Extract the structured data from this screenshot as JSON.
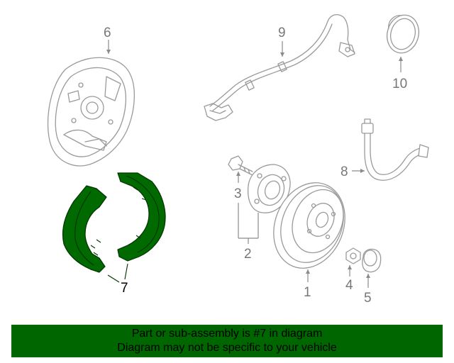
{
  "callouts": [
    {
      "id": "1",
      "label": "1"
    },
    {
      "id": "2",
      "label": "2"
    },
    {
      "id": "3",
      "label": "3"
    },
    {
      "id": "4",
      "label": "4"
    },
    {
      "id": "5",
      "label": "5"
    },
    {
      "id": "6",
      "label": "6"
    },
    {
      "id": "7",
      "label": "7"
    },
    {
      "id": "8",
      "label": "8"
    },
    {
      "id": "9",
      "label": "9"
    },
    {
      "id": "10",
      "label": "10"
    }
  ],
  "highlight_part": "7",
  "colors": {
    "highlight": "#006a00",
    "banner": "#006600",
    "line_art": "#9a9a9a"
  },
  "banner": {
    "line1": "Part or sub-assembly is #7 in diagram",
    "line2": "Diagram may not be specific to your vehicle"
  }
}
